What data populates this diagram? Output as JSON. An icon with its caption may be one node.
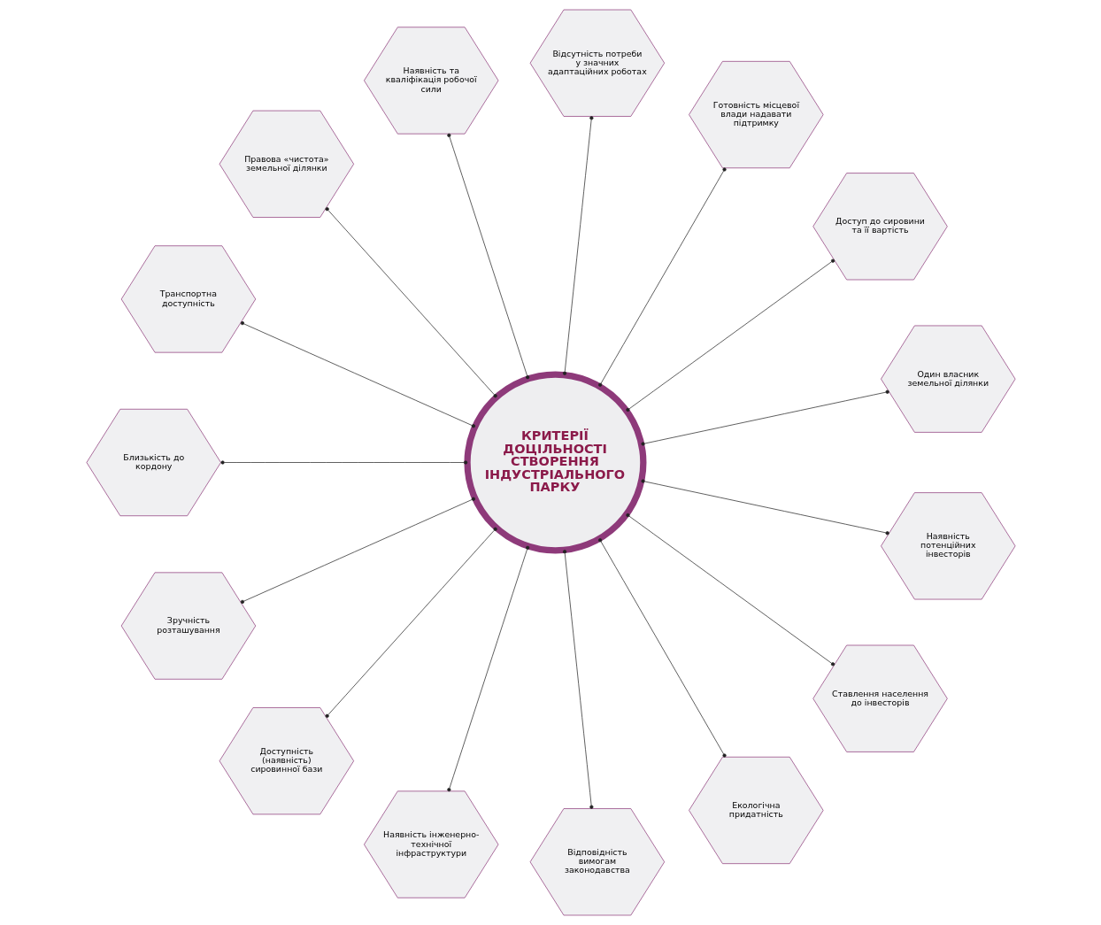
{
  "diagram": {
    "nodes": [
      {
        "text": [
          "КРИТЕРІЇ ДОЦІЛЬНОСТІ СТВОРЕННЯ ІНДУСТРІАЛЬНОГО ПАРКУ"
        ]
      },
      {
        "text": [
          "Один власник земельної ділянки"
        ]
      },
      {
        "text": [
          "Доступ до сировини та її вартість"
        ]
      },
      {
        "text": [
          "Готовність місцевої влади надавати підтримку"
        ]
      },
      {
        "text": [
          "Відсутність потреби у значних адаптаційних роботах"
        ]
      },
      {
        "text": [
          "Наявність та кваліфікація робочої сили"
        ]
      },
      {
        "text": [
          "Правова «чистота» земельної ділянки"
        ]
      },
      {
        "text": [
          "Транспортна доступність"
        ]
      },
      {
        "text": [
          "Близькість до кордону"
        ]
      },
      {
        "text": [
          "Зручність розташування"
        ]
      },
      {
        "text": [
          "Доступність (наявність) сировинної бази"
        ]
      },
      {
        "text": [
          "Наявність інженерно-технічної інфраструктури"
        ]
      },
      {
        "text": [
          "Відповідність вимогам законодавства"
        ]
      },
      {
        "text": [
          "Екологічна придатність"
        ]
      },
      {
        "text": [
          "Ставлення населення до інвесторів"
        ]
      },
      {
        "text": [
          "Наявність потенційних інвесторів"
        ]
      }
    ],
    "edges": [
      {
        "from": 0,
        "to": 1,
        "arrow": "other"
      },
      {
        "from": 0,
        "to": 2,
        "arrow": "other"
      },
      {
        "from": 0,
        "to": 3,
        "arrow": "other"
      },
      {
        "from": 0,
        "to": 4,
        "arrow": "other"
      },
      {
        "from": 0,
        "to": 5,
        "arrow": "other"
      },
      {
        "from": 0,
        "to": 6,
        "arrow": "other"
      },
      {
        "from": 0,
        "to": 7,
        "arrow": "other"
      },
      {
        "from": 0,
        "to": 8,
        "arrow": "other"
      },
      {
        "from": 0,
        "to": 9,
        "arrow": "other"
      },
      {
        "from": 0,
        "to": 10,
        "arrow": "other"
      },
      {
        "from": 0,
        "to": 11,
        "arrow": "other"
      },
      {
        "from": 0,
        "to": 12,
        "arrow": "other"
      },
      {
        "from": 0,
        "to": 13,
        "arrow": "other"
      },
      {
        "from": 0,
        "to": 14,
        "arrow": "other"
      },
      {
        "from": 0,
        "to": 15,
        "arrow": "other"
      }
    ]
  }
}
